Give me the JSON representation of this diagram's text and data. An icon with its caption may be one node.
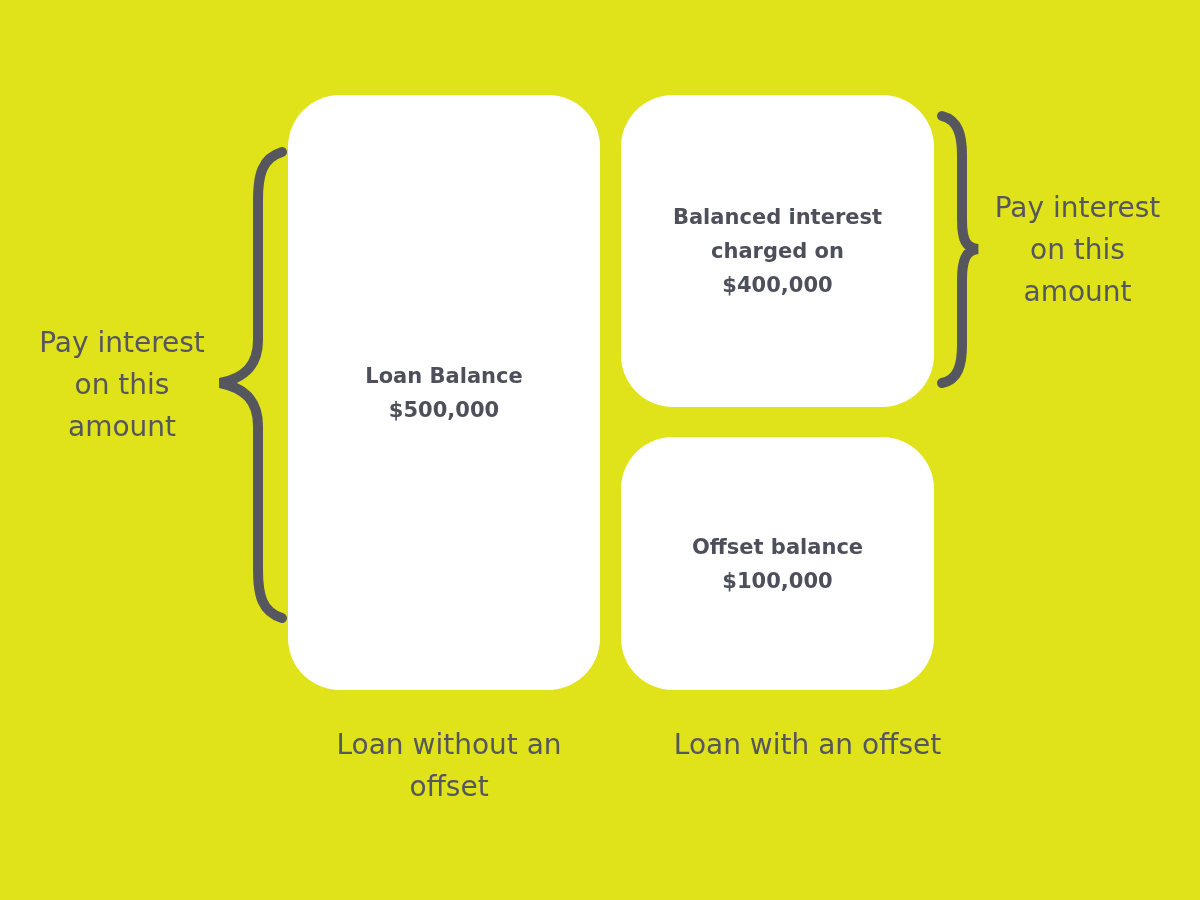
{
  "diagram": {
    "nodes": [
      {
        "text": [
          "Loan Balance $500,000"
        ]
      },
      {
        "text": [
          "Balanced interest charged on $400,000"
        ]
      },
      {
        "text": [
          "Offset balance $100,000"
        ]
      }
    ],
    "labels": [
      "Pay interest on this amount",
      "Pay interest on this amount",
      "Loan without an offset",
      "Loan with an offset"
    ]
  }
}
